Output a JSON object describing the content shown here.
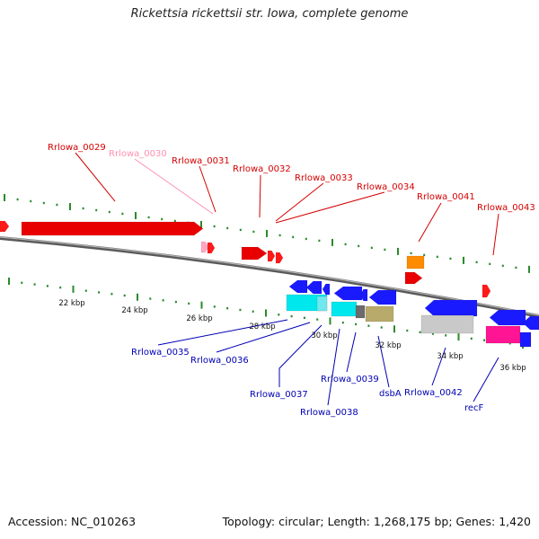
{
  "title": "Rickettsia rickettsii str. Iowa, complete genome",
  "footer": {
    "accession": "Accession: NC_010263",
    "summary": "Topology: circular; Length: 1,268,175 bp; Genes: 1,420"
  },
  "colors": {
    "forward_label": "#d40000",
    "forward_label_light": "#ff8fb0",
    "reverse_label": "#0000b4",
    "backbone": "#888888",
    "tick": "#2a8a2a"
  },
  "scale_labels": [
    "22 kbp",
    "24 kbp",
    "26 kbp",
    "28 kbp",
    "30 kbp",
    "32 kbp",
    "34 kbp",
    "36 kbp"
  ],
  "forward_labels": [
    "Rrlowa_0029",
    "Rrlowa_0030",
    "Rrlowa_0031",
    "Rrlowa_0032",
    "Rrlowa_0033",
    "Rrlowa_0034",
    "Rrlowa_0041",
    "Rrlowa_0043"
  ],
  "reverse_labels": [
    "Rrlowa_0035",
    "Rrlowa_0036",
    "Rrlowa_0037",
    "Rrlowa_0038",
    "Rrlowa_0039",
    "dsbA",
    "Rrlowa_0042",
    "recF"
  ]
}
